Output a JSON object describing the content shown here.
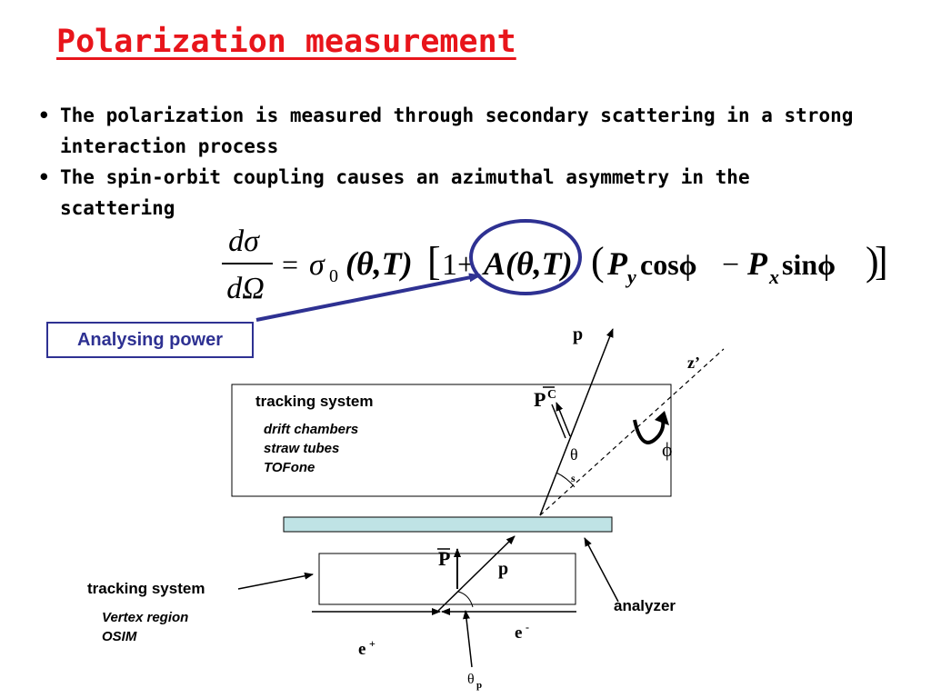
{
  "title": "Polarization measurement",
  "bullets": [
    "The polarization is measured through secondary scattering in a strong interaction process",
    "The spin-orbit coupling causes an azimuthal asymmetry in the scattering"
  ],
  "formula": {
    "numerator": "dσ",
    "denominator": "dΩ",
    "equals": "=",
    "sigma0": "σ",
    "sigma0_sub": "0",
    "theta_t": "(θ,T)",
    "one_plus": "1+",
    "analysing": "A(θ,T)",
    "p": "P",
    "y": "y",
    "cos_phi": " cosϕ",
    "minus": "−",
    "x": "x",
    "sin_phi": " sinϕ"
  },
  "analysing_power_label": "Analysing power",
  "diagram": {
    "upper_tracking_label": "tracking system",
    "upper_components": [
      "drift chambers",
      "straw tubes",
      "TOFone"
    ],
    "lower_tracking_label": "tracking system",
    "lower_components": [
      "Vertex region",
      "OSIM"
    ],
    "analyzer_label": "analyzer",
    "p_top": "p",
    "z_prime": "z’",
    "p_vec_upper": "P",
    "c_sup": "C",
    "theta": "θ",
    "theta_s_sub": "s",
    "phi": "ϕ",
    "p_vec_lower": "P",
    "p_lower": "p",
    "e_plus": "e",
    "e_plus_sup": "+",
    "e_minus": "e",
    "e_minus_sup": "-",
    "theta_p": "θ",
    "theta_p_sub": "p"
  },
  "colors": {
    "title": "#e8151b",
    "accent": "#2e3192",
    "analyzer_fill": "#bfe3e5"
  }
}
